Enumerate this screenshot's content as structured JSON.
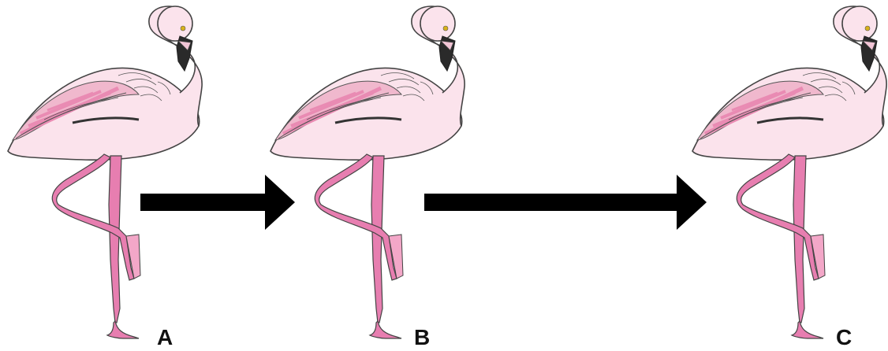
{
  "diagram": {
    "stages": [
      {
        "label": "A",
        "subject": "flamingo-standing-on-one-leg"
      },
      {
        "label": "B",
        "subject": "flamingo-standing-on-one-leg"
      },
      {
        "label": "C",
        "subject": "flamingo-standing-on-one-leg"
      }
    ],
    "arrows": [
      {
        "from": "A",
        "to": "B"
      },
      {
        "from": "B",
        "to": "C"
      }
    ]
  },
  "colors": {
    "body_fill": "#fbe3ec",
    "leg_pink": "#e77eb0",
    "wing_pink": "#e98bb3",
    "outline": "#444444",
    "arrow": "#000000",
    "eye": "#d8b21a"
  }
}
